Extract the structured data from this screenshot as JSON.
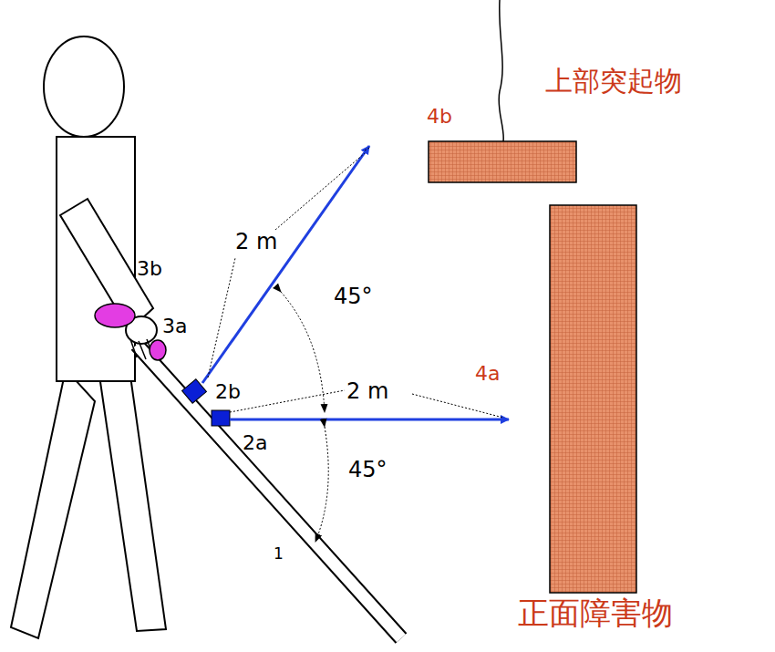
{
  "diagram": {
    "labels": [
      "上部突起物",
      "4b",
      "2 m",
      "3b",
      "45°",
      "3a",
      "4a",
      "2 m",
      "2b",
      "2a",
      "45°",
      "1",
      "正面障害物"
    ]
  }
}
